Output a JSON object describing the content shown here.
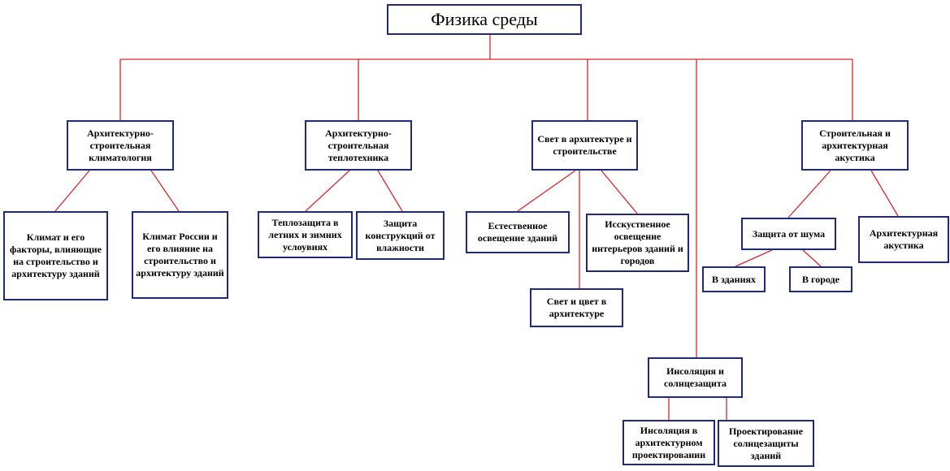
{
  "colors": {
    "box_border": "#1f2a78",
    "connector": "#d9262c"
  },
  "nodes": {
    "root": "Физика среды",
    "climatology": "Архитектурно-строительная климатология",
    "climate_factors": "Климат и его факторы, влияющие на строительство и архитектуру зданий",
    "climate_russia": "Климат России и его влияние на строительство и архитектуру зданий",
    "thermal": "Архитектурно-строительная теплотехника",
    "heat_protection": "Теплозащита в летних и зимних услоувиях",
    "moisture_protection": "Защита конструкций от влажности",
    "light": "Свет в архитектуре и строительстве",
    "natural_light": "Естественное освещение зданий",
    "artificial_light": "Исскуственное освещение интерьеров зданий и городов",
    "light_color": "Свет и цвет  в архитектуре",
    "acoustics": "Строительная и архитектурная акустика",
    "noise_protection": "Защита от шума",
    "in_buildings": "В зданиях",
    "in_city": "В городе",
    "arch_acoustics": "Архитектурная акустика",
    "insolation": "Инсоляция и солнцезащита",
    "insolation_design": "Инсоляция в архитектурном проектировании",
    "sun_protection_design": "Проектирование солнцезащиты зданий"
  }
}
